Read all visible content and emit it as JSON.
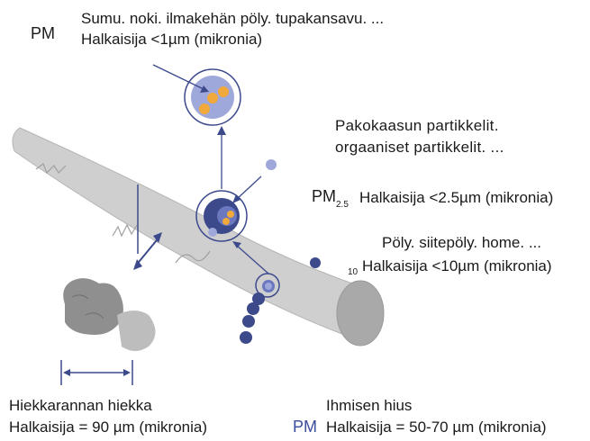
{
  "pm1": {
    "prefix": "PM",
    "line1": "Sumu. noki. ilmakehän pöly. tupakansavu. ...",
    "line2": "Halkaisija <1µm (mikronia)"
  },
  "pm25": {
    "line1": "Pakokaasun partikkelit.",
    "line2": "orgaaniset partikkelit. ...",
    "prefix": "PM",
    "subscript": "2.5",
    "line3": "Halkaisija <2.5µm (mikronia)"
  },
  "pm10": {
    "line1": "Pöly. siitepöly. home. ...",
    "subscript": "10",
    "line2": "Halkaisija <10µm (mikronia)"
  },
  "sand": {
    "line1": "Hiekkarannan hiekka",
    "line2": "Halkaisija = 90 µm (mikronia)"
  },
  "hair": {
    "prefix": "PM",
    "line1": "Ihmisen hius",
    "line2": "Halkaisija = 50-70 µm (mikronia)"
  },
  "colors": {
    "hair": "#c9c9c9",
    "sand": "#9a9a9a",
    "particle_dark": "#3c4a8c",
    "particle_mid": "#6b78bf",
    "particle_light": "#9fa8da",
    "particle_orange": "#f2a93b",
    "text_accent": "#3a4d9c"
  }
}
